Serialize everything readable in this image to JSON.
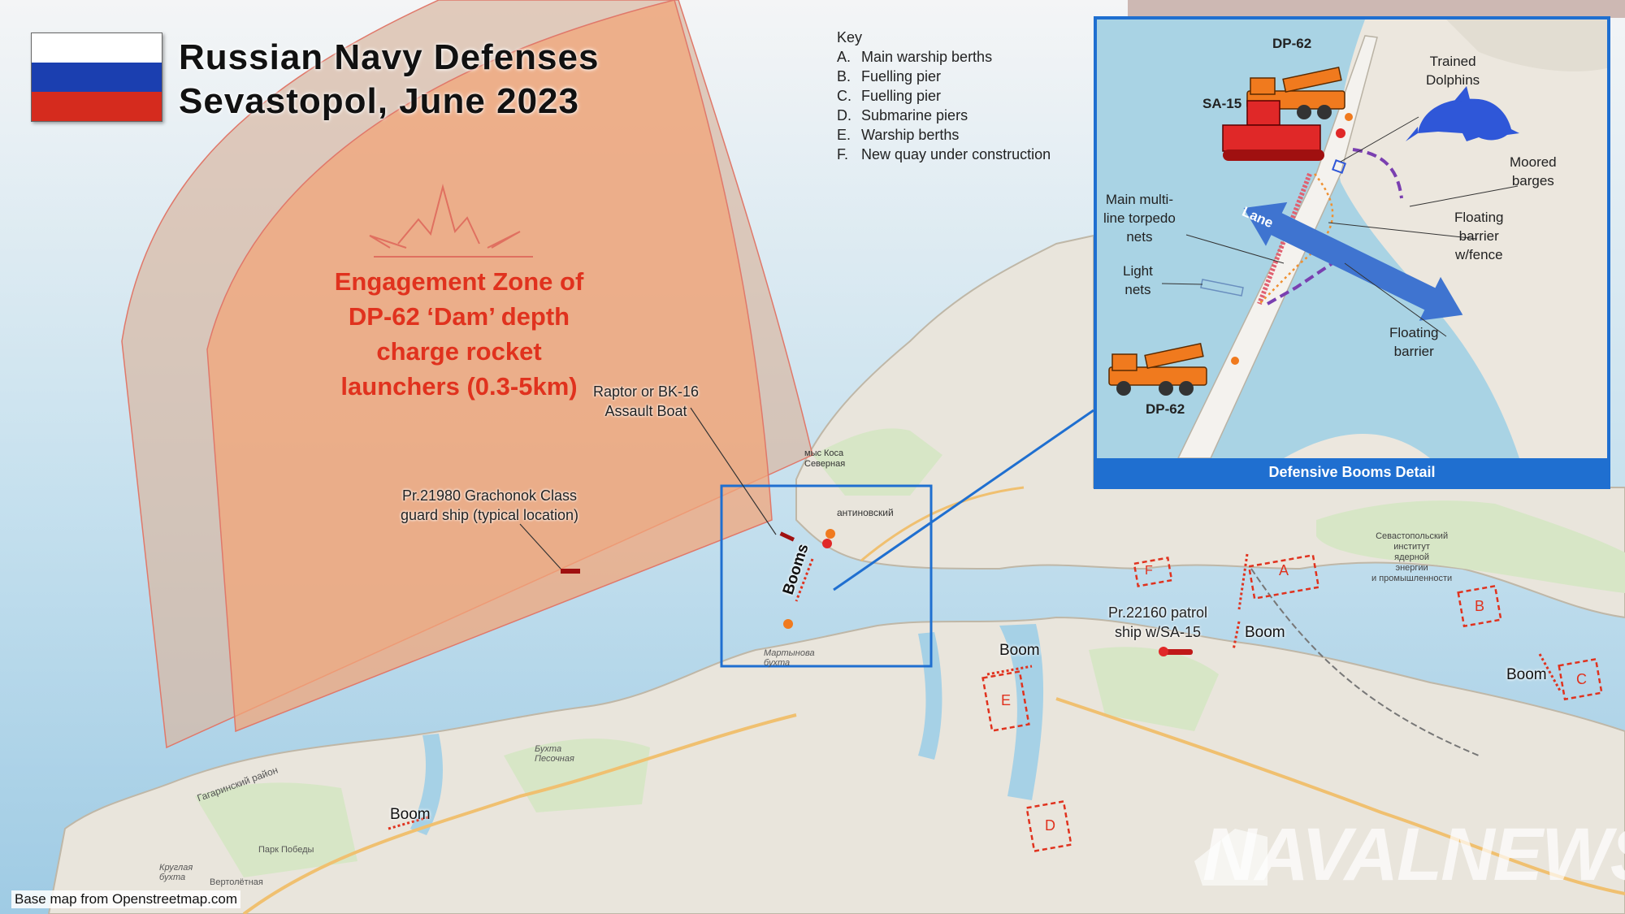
{
  "title": {
    "line1": "Russian Navy Defenses",
    "line2": "Sevastopol, June 2023"
  },
  "flag": {
    "colors": [
      "#ffffff",
      "#1b3fb0",
      "#d52b1e"
    ]
  },
  "key": {
    "heading": "Key",
    "items": [
      {
        "letter": "A.",
        "text": "Main warship berths"
      },
      {
        "letter": "B.",
        "text": "Fuelling pier"
      },
      {
        "letter": "C.",
        "text": "Fuelling pier"
      },
      {
        "letter": "D.",
        "text": "Submarine piers"
      },
      {
        "letter": "E.",
        "text": "Warship berths"
      },
      {
        "letter": "F.",
        "text": "New quay under construction"
      }
    ]
  },
  "engagement_zone": {
    "line1": "Engagement Zone of",
    "line2": "DP-62 ‘Dam’ depth",
    "line3": "charge rocket",
    "line4": "launchers (0.3-5km)",
    "color": "#e0321e"
  },
  "annotations": {
    "raptor_line1": "Raptor or BK-16",
    "raptor_line2": "Assault Boat",
    "grachonok_line1": "Pr.21980 Grachonok Class",
    "grachonok_line2": "guard ship (typical location)",
    "patrol_line1": "Pr.22160 patrol",
    "patrol_line2": "ship w/SA-15",
    "booms": "Booms",
    "boom": "Boom"
  },
  "berth_letters": [
    "A",
    "B",
    "C",
    "D",
    "E",
    "F"
  ],
  "map_place_labels": {
    "cape": "мыс Коса\nСеверная",
    "konstantinovsky": "антиновский",
    "martynova": "Мартынова\nбухта",
    "sevastopol_institute": "Севастопольский\nинститут\nядерной\nэнергии\nи промышленности",
    "pecochnaya": "Бухта\nПесочная",
    "gagarinsky": "Гагаринский район",
    "park_pobedy": "Парк Победы",
    "kruglaya": "Круглая\nбухта",
    "vertoletnaya": "Вертолётная"
  },
  "inset": {
    "footer": "Defensive Booms Detail",
    "labels": {
      "dp62_top": "DP-62",
      "sa15": "SA-15",
      "dolphins_line1": "Trained",
      "dolphins_line2": "Dolphins",
      "moored_line1": "Moored",
      "moored_line2": "barges",
      "torpedo_line1": "Main multi-",
      "torpedo_line2": "line torpedo",
      "torpedo_line3": "nets",
      "lane": "Lane",
      "floating_fence_line1": "Floating",
      "floating_fence_line2": "barrier",
      "floating_fence_line3": "w/fence",
      "light_line1": "Light",
      "light_line2": "nets",
      "floating_line1": "Floating",
      "floating_line2": "barrier",
      "dp62_bottom": "DP-62"
    },
    "colors": {
      "frame": "#1f6fd0",
      "lane_arrow": "#3f74d0",
      "dolphin": "#2f57d8",
      "truck": "#f07a1e",
      "sa15": "#e02828",
      "barrier": "#7a3fb0"
    }
  },
  "credit": "Base map from Openstreetmap.com",
  "watermark": "NAVALNEWS",
  "colors": {
    "sea": "#a6d1e6",
    "land": "#e9e5dc",
    "zone_fill": "#f2a57a",
    "route": "#e0321e"
  }
}
